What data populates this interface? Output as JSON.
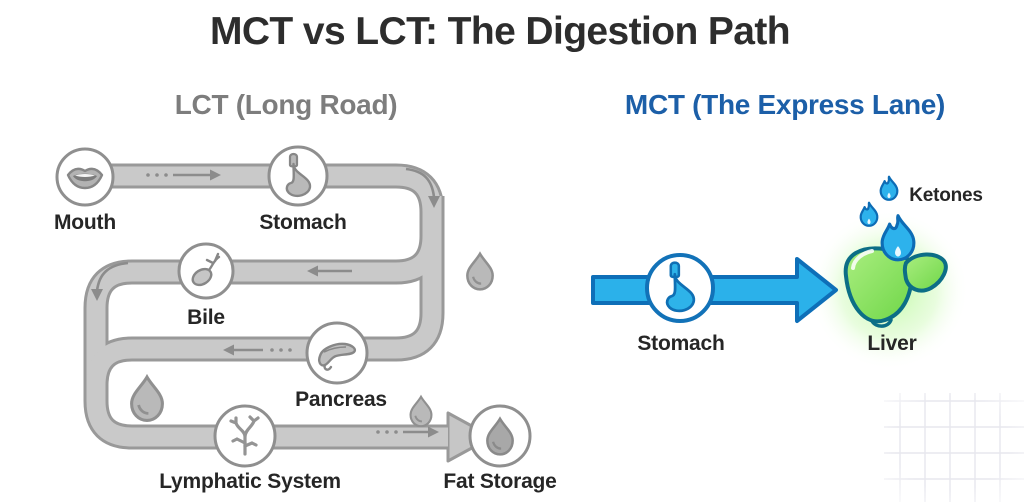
{
  "page": {
    "title": "MCT vs LCT: The Digestion Path"
  },
  "lct": {
    "heading": {
      "abbr": "LCT",
      "qualifier": " (Long Road)"
    },
    "nodes": [
      {
        "label": "Mouth"
      },
      {
        "label": "Stomach"
      },
      {
        "label": "Bile"
      },
      {
        "label": "Pancreas"
      },
      {
        "label": "Lymphatic System"
      },
      {
        "label": "Fat Storage"
      }
    ]
  },
  "mct": {
    "heading": {
      "abbr": "MCT",
      "qualifier": " (The Express Lane)"
    },
    "nodes": [
      {
        "label": "Stomach"
      },
      {
        "label": "Liver"
      }
    ],
    "byproduct_label": "Ketones"
  },
  "colors": {
    "title_text": "#2d2d2d",
    "lct_heading_gray": "#7d7d7d",
    "mct_heading_blue": "#1c5fa8",
    "path_fill_gray": "#c9c9c9",
    "path_border_gray": "#999999",
    "express_arrow_fill": "#2bb1ea",
    "express_arrow_border": "#0e6fb8",
    "flame_blue": "#2db2ec",
    "liver_green": "#6fd648",
    "liver_outline": "#0c6e86",
    "glow_green": "#8ef55e"
  }
}
